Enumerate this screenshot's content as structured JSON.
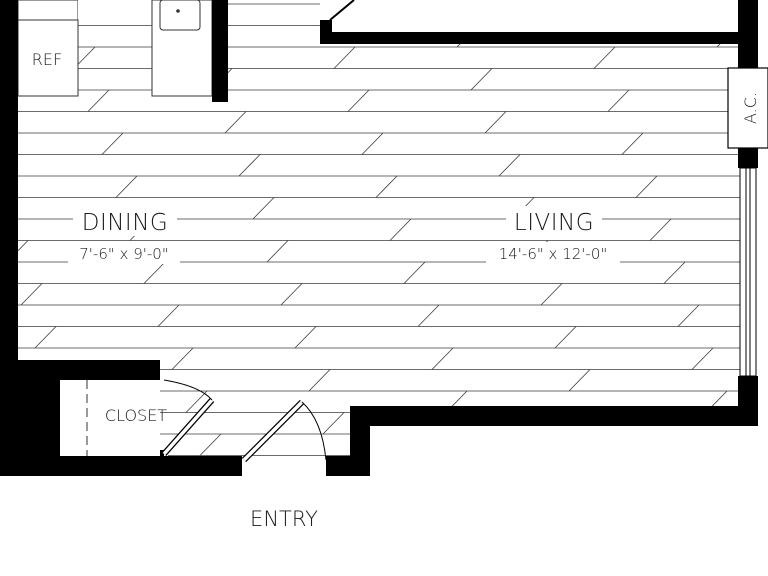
{
  "rooms": {
    "dining": {
      "name": "DINING",
      "dimensions": "7'-6\" x 9'-0\""
    },
    "living": {
      "name": "LIVING",
      "dimensions": "14'-6\" x 12'-0\""
    }
  },
  "fixtures": {
    "refrigerator": "REF",
    "air_conditioner": "A.C.",
    "closet": "CLOSET"
  },
  "entry": "ENTRY",
  "colors": {
    "wall": "#000000",
    "floor_line": "#3a3a3a",
    "background": "#ffffff"
  }
}
